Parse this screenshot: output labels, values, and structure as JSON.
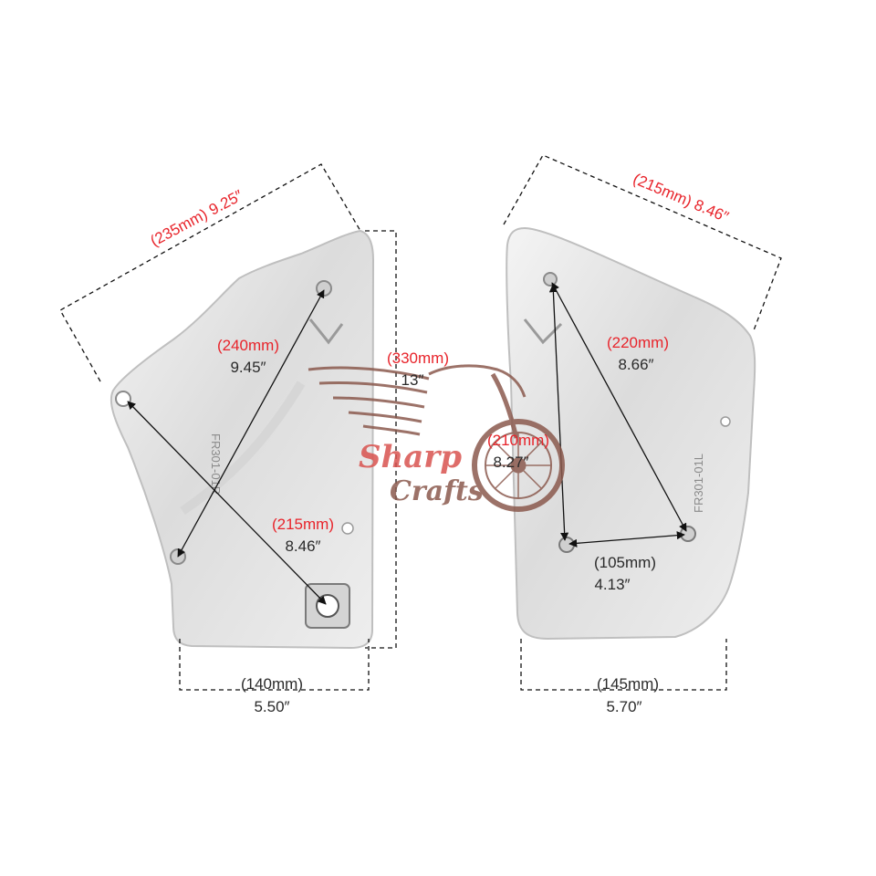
{
  "colors": {
    "dimension_red": "#e8242b",
    "dimension_dark": "#2a2a2a",
    "panel_fill": "#e4e4e4",
    "logo_red": "#d9534f",
    "logo_brown": "#8b5a4e"
  },
  "left_panel": {
    "part_code": "FR301-01R",
    "dims": {
      "top_diagonal": "(235mm) 9.25″",
      "long_diagonal_mm": "(240mm)",
      "long_diagonal_in": "9.45″",
      "height_mm": "(330mm)",
      "height_in": "13″",
      "bottom_diagonal_mm": "(215mm)",
      "bottom_diagonal_in": "8.46″",
      "width_mm": "(140mm)",
      "width_in": "5.50″"
    }
  },
  "right_panel": {
    "part_code": "FR301-01L",
    "dims": {
      "top_diagonal": "(215mm) 8.46″",
      "long_diagonal_mm": "(220mm)",
      "long_diagonal_in": "8.66″",
      "vertical_mm": "(210mm)",
      "vertical_in": "8.27″",
      "mount_spacing_mm": "(105mm)",
      "mount_spacing_in": "4.13″",
      "width_mm": "(145mm)",
      "width_in": "5.70″"
    }
  },
  "watermark": {
    "line1": "Sharp",
    "line2": "Crafts"
  }
}
